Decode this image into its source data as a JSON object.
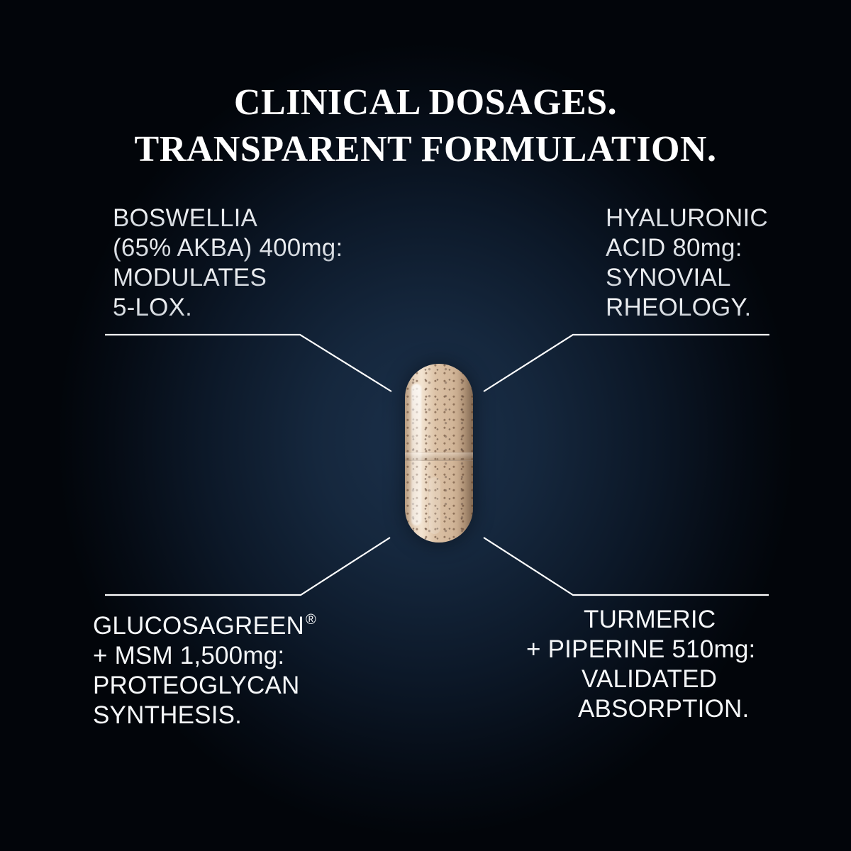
{
  "headline": {
    "line1": "CLINICAL DOSAGES.",
    "line2": "TRANSPARENT FORMULATION."
  },
  "callouts": {
    "top_left": {
      "ingredient": "BOSWELLIA",
      "lines": [
        "BOSWELLIA",
        "(65% AKBA) 400mg:",
        "MODULATES",
        "5-LOX."
      ]
    },
    "top_right": {
      "ingredient": "HYALURONIC ACID",
      "lines": [
        "HYALURONIC",
        "ACID 80mg:",
        "SYNOVIAL",
        "RHEOLOGY."
      ]
    },
    "bottom_left": {
      "ingredient": "GLUCOSAGREEN + MSM",
      "lines": [
        "GLUCOSAGREEN",
        "+ MSM 1,500mg:",
        "PROTEOGLYCAN",
        "SYNTHESIS."
      ],
      "registered_mark": "®"
    },
    "bottom_right": {
      "ingredient": "TURMERIC + PIPERINE",
      "lines": [
        "TURMERIC",
        "+ PIPERINE 510mg:",
        "VALIDATED",
        "ABSORPTION."
      ]
    }
  },
  "product": {
    "image": "capsule-icon"
  },
  "colors": {
    "background_center": "#1b304a",
    "background_edge": "#02050a",
    "text": "#ffffff",
    "leader_lines": "#ffffff",
    "capsule": "#dcc2a6"
  }
}
